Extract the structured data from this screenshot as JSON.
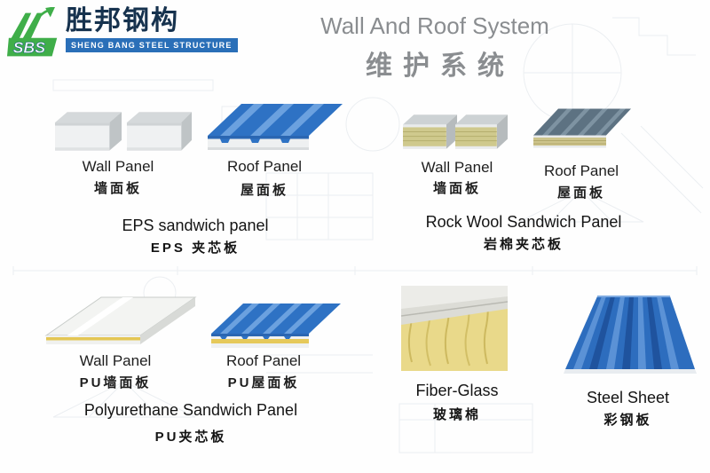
{
  "logo": {
    "sbs": "SBS",
    "name_zh": "胜邦钢构",
    "name_en": "SHENG BANG STEEL STRUCTURE"
  },
  "title": {
    "en": "Wall And Roof System",
    "zh": "维护系统"
  },
  "eps": {
    "wall_en": "Wall Panel",
    "wall_zh": "墙面板",
    "roof_en": "Roof Panel",
    "roof_zh": "屋面板",
    "caption_en": "EPS sandwich panel",
    "caption_zh": "EPS 夹芯板"
  },
  "rockwool": {
    "wall_en": "Wall Panel",
    "wall_zh": "墙面板",
    "roof_en": "Roof Panel",
    "roof_zh": "屋面板",
    "caption_en": "Rock Wool Sandwich Panel",
    "caption_zh": "岩棉夹芯板"
  },
  "pu": {
    "wall_en": "Wall Panel",
    "wall_zh": "PU墙面板",
    "roof_en": "Roof Panel",
    "roof_zh": "PU屋面板",
    "caption_en": "Polyurethane Sandwich Panel",
    "caption_zh": "PU夹芯板"
  },
  "fiberglass": {
    "label_en": "Fiber-Glass",
    "label_zh": "玻璃棉"
  },
  "steelsheet": {
    "label_en": "Steel Sheet",
    "label_zh": "彩钢板"
  },
  "colors": {
    "panel-blue": "#2e72c4",
    "logo-green": "#3fae49",
    "logo-blue": "#2a6fb8",
    "title-gray": "#8a8d90",
    "text-dark": "#1e1e1e"
  }
}
